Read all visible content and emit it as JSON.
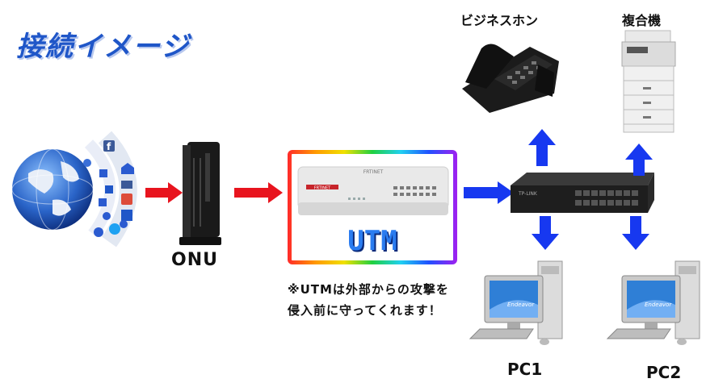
{
  "title": "接続イメージ",
  "nodes": {
    "onu": "ONU",
    "utm": "UTM",
    "business_phone": "ビジネスホン",
    "mfp": "複合機",
    "pc1": "PC1",
    "pc2": "PC2"
  },
  "device_text": {
    "fortinet_brand": "FRTINET",
    "switch_brand": "TP-LINK",
    "pc_brand": "Endeavor"
  },
  "note": {
    "line1": "※UTMは外部からの攻撃を",
    "line2": "侵入前に守ってくれます！"
  },
  "colors": {
    "title": "#1f56c8",
    "red_arrow": "#e8141e",
    "blue_arrow": "#1738f0",
    "utm_text": "#2a7cf0"
  }
}
